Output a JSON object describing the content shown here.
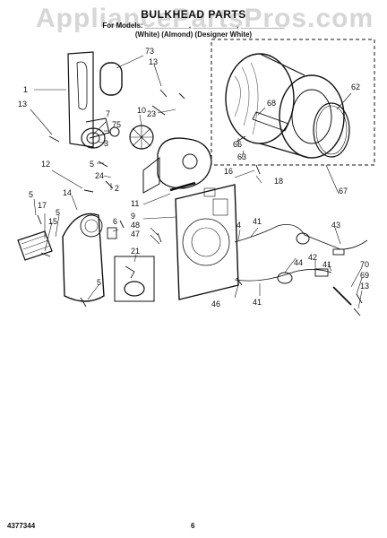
{
  "watermark": "AppliancePartsPros.com",
  "title": "BULKHEAD PARTS",
  "subtitle_models": "For Models: ___________, ___________, ___________",
  "subtitle_colors": "(White)    (Almond) (Designer White)",
  "footer": {
    "code": "4377344",
    "page": "6"
  },
  "labels": {
    "l1": "1",
    "l13a": "13",
    "l73": "73",
    "l13b": "13",
    "l62": "62",
    "l7": "7",
    "l10": "10",
    "l23": "23",
    "l75": "75",
    "l68": "68",
    "l3": "3",
    "l66": "66",
    "l5a": "5",
    "l12": "12",
    "l24": "24",
    "l2": "2",
    "l63": "63",
    "l16": "16",
    "l18": "18",
    "l67": "67",
    "l14": "14",
    "l11": "11",
    "l5b": "5",
    "l9": "9",
    "l17": "17",
    "l5c": "5",
    "l48": "48",
    "l41a": "41",
    "l15": "15",
    "l6": "6",
    "l47": "47",
    "l4": "4",
    "l43": "43",
    "l21": "21",
    "l44": "44",
    "l41b": "41",
    "l42": "42",
    "l70": "70",
    "l69": "69",
    "l13c": "13",
    "l5d": "5",
    "l46": "46",
    "l41c": "41"
  }
}
